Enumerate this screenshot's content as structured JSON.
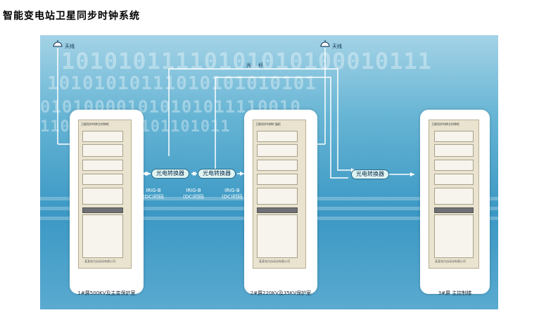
{
  "page": {
    "title": "智能变电站卫星同步时钟系统"
  },
  "diagram": {
    "antenna_label": "天线",
    "fiber_label": "光 纤",
    "converters": [
      "光电转换器",
      "光电转换器",
      "光电转换器"
    ],
    "irig_labels": [
      {
        "line1": "IRIG-B",
        "line2": "(DC)时码"
      },
      {
        "line1": "IRIG-B",
        "line2": "(DC)时码"
      },
      {
        "line1": "IRIG-B",
        "line2": "(DC)时码"
      }
    ],
    "cabinets": [
      {
        "label": "1#屏500KV及主变保护室",
        "top_text": "卫星同步时钟主时钟柜",
        "bottom_text": "某某电力自动化有限公司"
      },
      {
        "label": "2#屏220KV及35KV保护室",
        "top_text": "卫星同步时钟扩展柜",
        "bottom_text": "某某电力自动化有限公司"
      },
      {
        "label": "3#屏 主控制楼",
        "top_text": "卫星同步时钟主时钟柜",
        "bottom_text": "某某电力自动化有限公司"
      }
    ],
    "background_bits": [
      "10101011110101010100010111",
      "10101010111010101010101",
      "010100001010101011110010",
      "1100000000101101011"
    ],
    "colors": {
      "background": "#4ba3cc",
      "line": "#ffffff",
      "converter_fill": "#dff4f2",
      "cabinet": "#e9e3cf"
    }
  }
}
